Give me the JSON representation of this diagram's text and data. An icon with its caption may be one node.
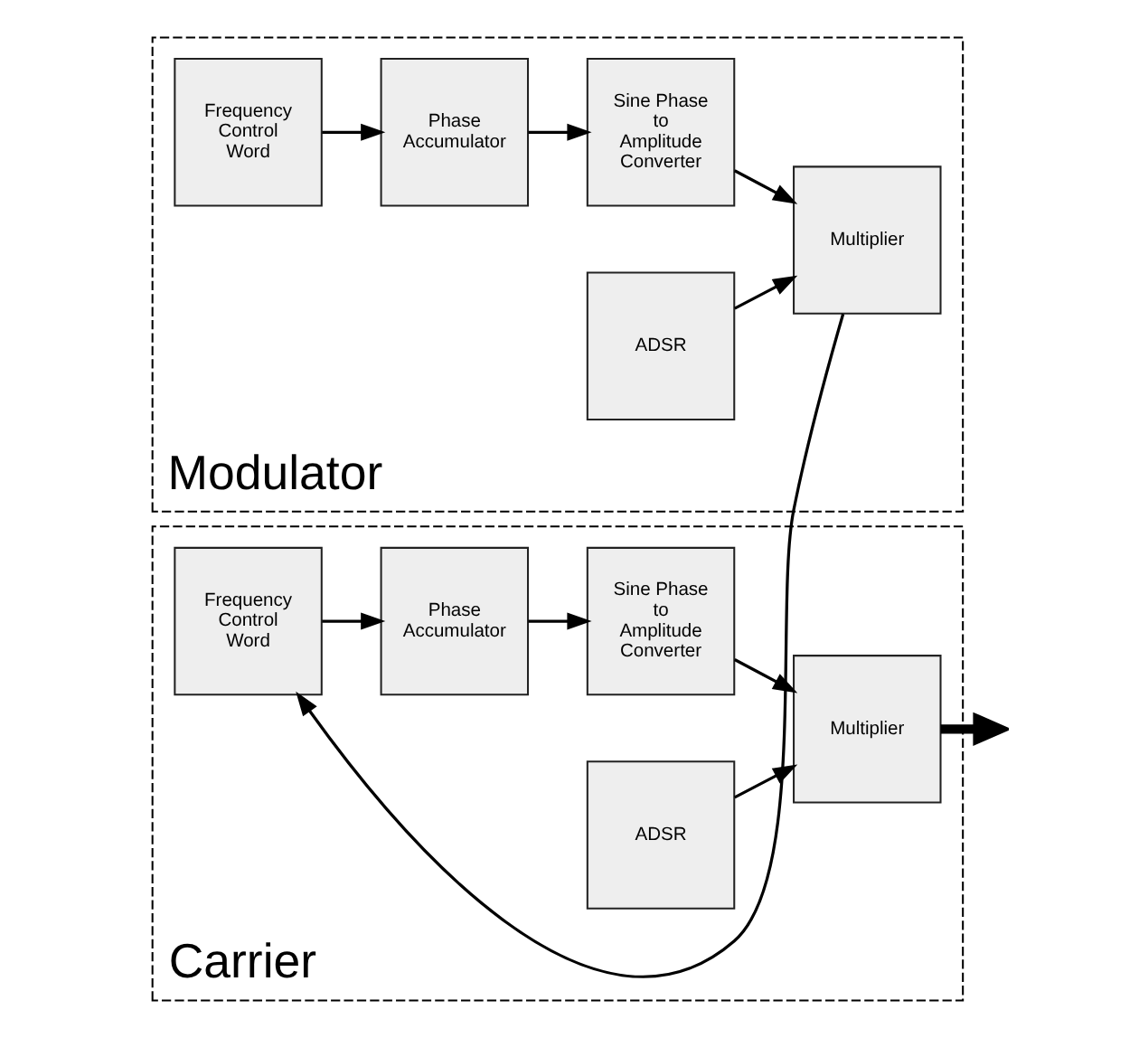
{
  "diagram": {
    "nodes": [
      {
        "text": [
          "Modulator"
        ]
      },
      {
        "text": [
          "Frequency Control Word"
        ],
        "in": 0
      },
      {
        "text": [
          "Phase Accumulator"
        ],
        "in": 0
      },
      {
        "text": [
          "Sine Phase to Amplitude Converter"
        ],
        "in": 0
      },
      {
        "text": [
          "Multiplier"
        ],
        "in": 0
      },
      {
        "text": [
          "ADSR"
        ],
        "in": 0
      },
      {
        "text": [
          "Carrier"
        ]
      },
      {
        "text": [
          "Frequency Control Word"
        ],
        "in": 6
      },
      {
        "text": [
          "Phase Accumulator"
        ],
        "in": 6
      },
      {
        "text": [
          "Sine Phase to Amplitude Converter"
        ],
        "in": 6
      },
      {
        "text": [
          "Multiplier"
        ],
        "in": 6
      },
      {
        "text": [
          "ADSR"
        ],
        "in": 6
      }
    ],
    "edges": [
      {
        "from": 1,
        "to": 2,
        "arrow": "to"
      },
      {
        "from": 2,
        "to": 3,
        "arrow": "to"
      },
      {
        "from": 3,
        "to": 4,
        "arrow": "to"
      },
      {
        "from": 5,
        "to": 4,
        "arrow": "to"
      },
      {
        "from": 4,
        "to": 7,
        "arrow": "to"
      },
      {
        "from": 7,
        "to": 8,
        "arrow": "to"
      },
      {
        "from": 8,
        "to": 9,
        "arrow": "to"
      },
      {
        "from": 9,
        "to": 10,
        "arrow": "to"
      },
      {
        "from": 11,
        "to": 10,
        "arrow": "to"
      },
      {
        "from": 10,
        "to": null,
        "arrow": "to",
        "style": "thick"
      }
    ]
  }
}
